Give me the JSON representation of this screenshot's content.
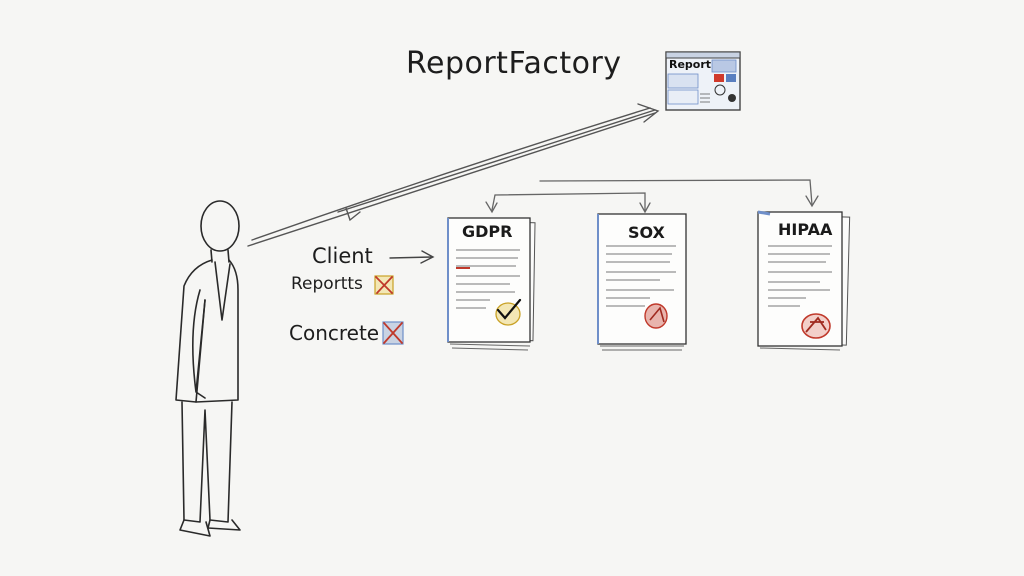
{
  "title": "ReportFactory",
  "thumbnail": {
    "label": "Report"
  },
  "client_label": "Client",
  "reports_label": "Reportts",
  "concrete_label": "Concrete",
  "documents": [
    {
      "name": "GDPR",
      "stamp_color": "#c9a227",
      "mark": "check"
    },
    {
      "name": "SOX",
      "stamp_color": "#c0392b",
      "mark": "seal"
    },
    {
      "name": "HIPAA",
      "stamp_color": "#c0392b",
      "mark": "seal"
    }
  ],
  "colors": {
    "ink": "#2a2a2a",
    "accent_blue": "#6f8fc9",
    "stamp_red": "#c0392b",
    "stamp_gold": "#c9a227"
  }
}
